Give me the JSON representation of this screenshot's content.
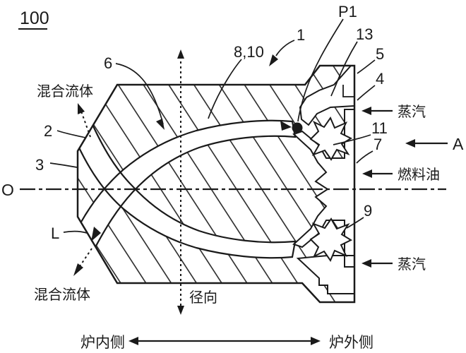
{
  "figure": {
    "id_label": "100",
    "reference_numerals": {
      "r1": "1",
      "r2": "2",
      "r3": "3",
      "r4": "4",
      "r5": "5",
      "r6": "6",
      "r7": "7",
      "r8_10": "8,10",
      "r9": "9",
      "r11": "11",
      "r13": "13",
      "p1": "P1"
    },
    "axis_labels": {
      "o": "O",
      "l": "L",
      "a": "A"
    },
    "flow_labels": {
      "mixed_fluid_top": "混合流体",
      "mixed_fluid_bottom": "混合流体",
      "steam_top": "蒸汽",
      "steam_bottom": "蒸汽",
      "fuel_oil": "燃料油"
    },
    "direction_labels": {
      "radial": "径向",
      "furnace_inside": "炉内侧",
      "furnace_outside": "炉外侧"
    },
    "colors": {
      "line": "#1a1a1a",
      "background": "#ffffff"
    }
  }
}
